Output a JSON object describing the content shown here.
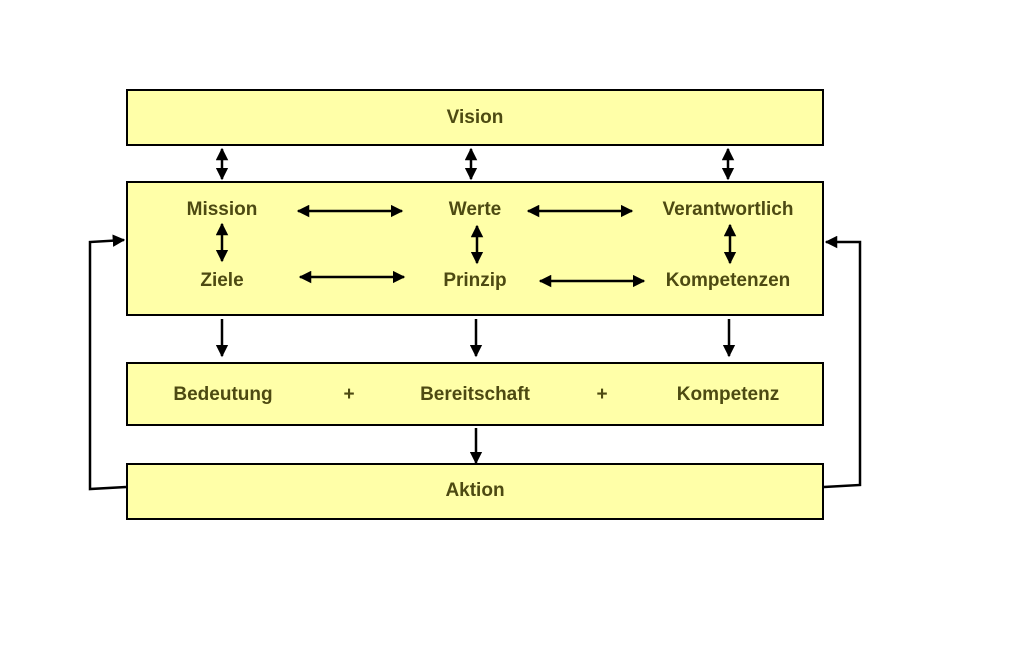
{
  "colors": {
    "box_fill": "#ffffa8",
    "text": "#4d4a12",
    "line": "#000000"
  },
  "vision": {
    "label": "Vision"
  },
  "core": {
    "mission": "Mission",
    "werte": "Werte",
    "verantwortlich": "Verantwortlich",
    "ziele": "Ziele",
    "prinzip": "Prinzip",
    "kompetenzen": "Kompetenzen"
  },
  "drivers": {
    "bedeutung": "Bedeutung",
    "plus": "+",
    "bereitschaft": "Bereitschaft",
    "kompetenz": "Kompetenz"
  },
  "aktion": {
    "label": "Aktion"
  }
}
